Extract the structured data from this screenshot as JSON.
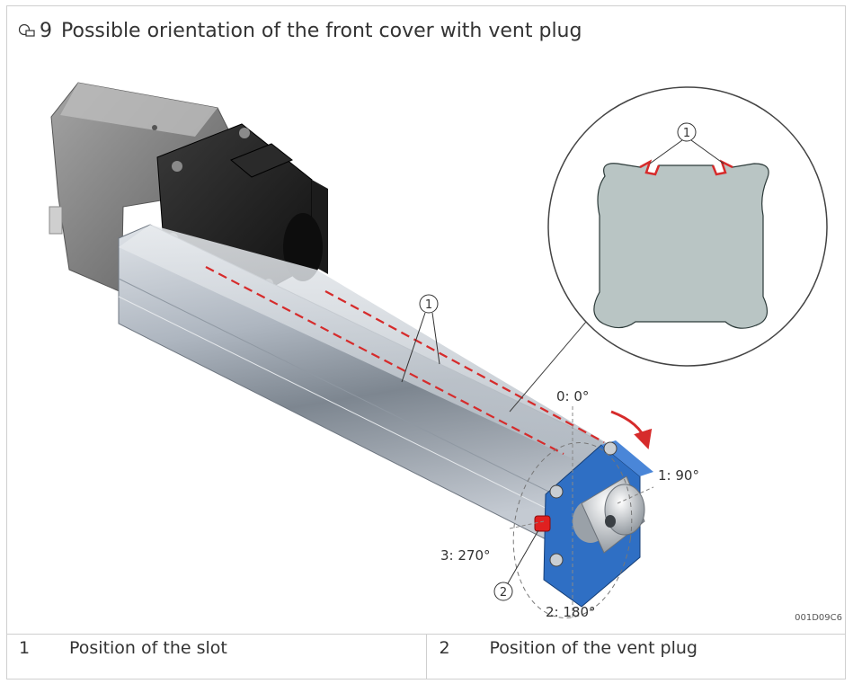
{
  "figure": {
    "number": "9",
    "caption": "Possible orientation of the front cover with vent plug",
    "doc_id": "001D09C6"
  },
  "callouts": {
    "slot_detail": "1",
    "slot_body": "1",
    "vent_plug": "2"
  },
  "angles": {
    "a0": "0: 0°",
    "a90": "1: 90°",
    "a180": "2: 180°",
    "a270": "3: 270°"
  },
  "legend": [
    {
      "num": "1",
      "text": "Position of the slot"
    },
    {
      "num": "2",
      "text": "Position of the vent plug"
    }
  ],
  "colors": {
    "slot_marker": "#d62b2b",
    "cover": "#2f6fc4",
    "vent_plug": "#e02020",
    "profile": "#b9c5c4"
  }
}
